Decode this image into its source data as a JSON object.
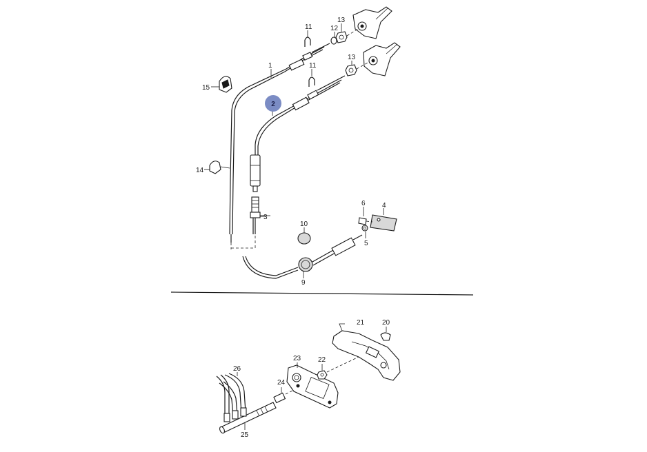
{
  "diagram": {
    "callouts": [
      {
        "id": "c1",
        "label": "1"
      },
      {
        "id": "c2",
        "label": "2"
      },
      {
        "id": "c3",
        "label": "3"
      },
      {
        "id": "c4",
        "label": "4"
      },
      {
        "id": "c5",
        "label": "5"
      },
      {
        "id": "c6",
        "label": "6"
      },
      {
        "id": "c9",
        "label": "9"
      },
      {
        "id": "c10",
        "label": "10"
      },
      {
        "id": "c11a",
        "label": "11"
      },
      {
        "id": "c11b",
        "label": "11"
      },
      {
        "id": "c12",
        "label": "12"
      },
      {
        "id": "c13a",
        "label": "13"
      },
      {
        "id": "c13b",
        "label": "13"
      },
      {
        "id": "c14",
        "label": "14"
      },
      {
        "id": "c15",
        "label": "15"
      },
      {
        "id": "c20",
        "label": "20"
      },
      {
        "id": "c21",
        "label": "21"
      },
      {
        "id": "c22",
        "label": "22"
      },
      {
        "id": "c23",
        "label": "23"
      },
      {
        "id": "c24",
        "label": "24"
      },
      {
        "id": "c25",
        "label": "25"
      },
      {
        "id": "c26",
        "label": "26"
      }
    ],
    "highlighted_callout": "2",
    "colors": {
      "line": "#1a1a1a",
      "highlight": "#7b8cc4",
      "background": "#ffffff"
    }
  }
}
